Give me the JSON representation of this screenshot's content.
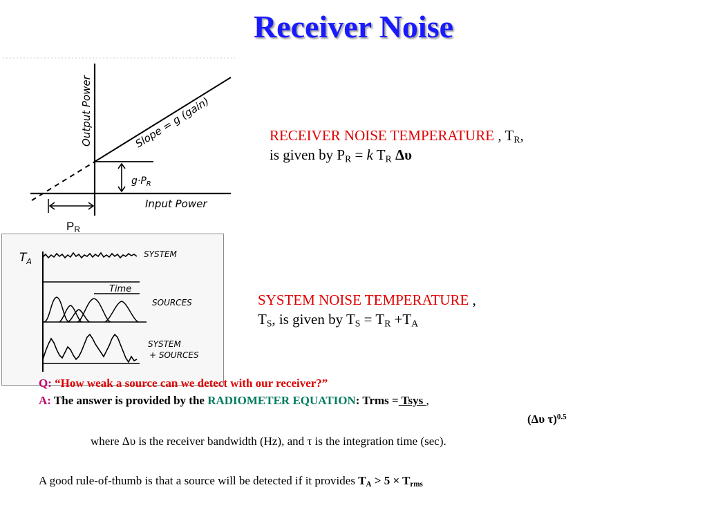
{
  "title": "Receiver Noise",
  "figure1": {
    "y_axis_label": "Output Power",
    "x_axis_label": "Input Power",
    "slope_label": "Slope = g (gain)",
    "gpr_label": "g·P",
    "gpr_sub": "R",
    "pr_label": "P",
    "pr_sub": "R"
  },
  "figure2": {
    "y_axis_label": "T",
    "y_axis_sub": "A",
    "row1_label": "SYSTEM",
    "row2_time_label": "Time",
    "row2_label": "SOURCES",
    "row3_label_line1": "SYSTEM",
    "row3_label_line2": "+ SOURCES"
  },
  "receiver": {
    "heading": "RECEIVER NOISE TEMPERATURE",
    "after_heading": " , T",
    "tr_sub": "R",
    "comma": ",",
    "line2_prefix": "is given by P",
    "pr_sub": "R",
    "eq": " = ",
    "k": "k",
    "t": " T",
    "t_sub": "R",
    "delta": " Δυ"
  },
  "system": {
    "heading": "SYSTEM NOISE TEMPERATURE",
    "after_heading": " ,",
    "line2_t": "T",
    "ts_sub": "S",
    "line2_text": ", is given by T",
    "ts_sub2": "S",
    "eq": " = T",
    "tr_sub": "R",
    "plus": " +T",
    "ta_sub": "A"
  },
  "qa": {
    "q_prefix": "Q:",
    "q_text": " “How weak a source can we detect with our receiver?”",
    "a_prefix": "A:",
    "a_text": " The answer is provided by the ",
    "a_equation_name": "RADIOMETER EQUATION",
    "a_formula": ": Trms =",
    "a_numerator": "  Tsys   ",
    "a_comma": " ,",
    "denominator": "(Δυ τ)",
    "denominator_exp": "0.5"
  },
  "where_text": "where Δυ is the receiver bandwidth (Hz), and τ is the integration time (sec).",
  "rule": {
    "text": "A good rule-of-thumb is that a source will be detected if it provides ",
    "t": "T",
    "t_sub": "A",
    "gt": " >  5 × T",
    "rms_sub": "rms"
  }
}
